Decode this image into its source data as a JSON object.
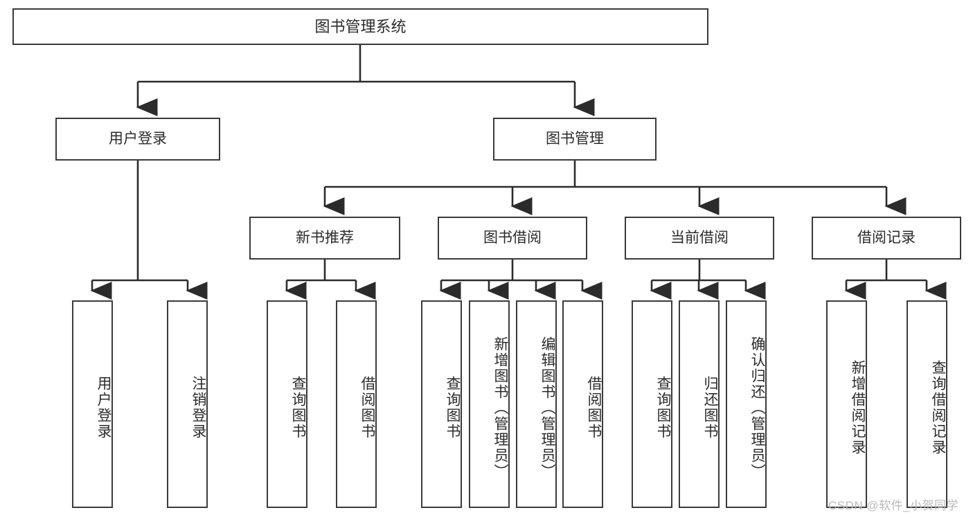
{
  "diagram": {
    "title": "图书管理系统",
    "type": "tree-hierarchy-diagram",
    "watermark": "CSDN @软件_小贺同学",
    "colors": {
      "box_border": "#3a3a3a",
      "box_fill": "#ffffff",
      "edge": "#2b2b2b",
      "text": "#2b2b2b",
      "watermark": "#b9b9b9",
      "background": "#ffffff"
    },
    "root": {
      "label": "图书管理系统"
    },
    "level2": [
      {
        "label": "用户登录"
      },
      {
        "label": "图书管理"
      }
    ],
    "level3": [
      {
        "label": "新书推荐"
      },
      {
        "label": "图书借阅"
      },
      {
        "label": "当前借阅"
      },
      {
        "label": "借阅记录"
      }
    ],
    "leaves": {
      "user_login": [
        {
          "label": "用户登录"
        },
        {
          "label": "注销登录"
        }
      ],
      "new_book_recommend": [
        {
          "label": "查询图书"
        },
        {
          "label": "借阅图书"
        }
      ],
      "book_borrow": [
        {
          "label": "查询图书"
        },
        {
          "label": "新增图书（管理员）"
        },
        {
          "label": "编辑图书（管理员）"
        },
        {
          "label": "借阅图书"
        }
      ],
      "current_borrow": [
        {
          "label": "查询图书"
        },
        {
          "label": "归还图书"
        },
        {
          "label": "确认归还（管理员）"
        }
      ],
      "borrow_record": [
        {
          "label": "新增借阅记录"
        },
        {
          "label": "查询借阅记录"
        }
      ]
    }
  }
}
